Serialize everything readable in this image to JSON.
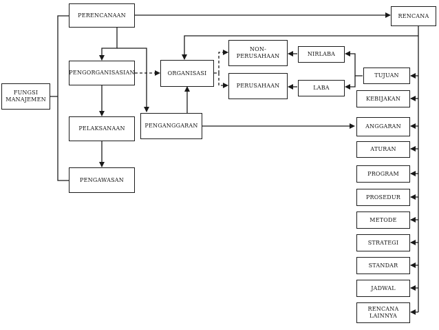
{
  "boxes": {
    "fungsi_manajemen": "FUNGSI\nMANAJEMEN",
    "perencanaan": "PERENCANAAN",
    "pengorganisasian": "PENGORGANISASIAN",
    "pelaksanaan": "PELAKSANAAN",
    "pengawasan": "PENGAWASAN",
    "organisasi": "ORGANISASI",
    "penganggaran": "PENGANGGARAN",
    "non_perusahaan": "NON-\nPERUSAHAAN",
    "perusahaan": "PERUSAHAAN",
    "nirlaba": "NIRLABA",
    "laba": "LABA",
    "rencana": "RENCANA",
    "tujuan": "TUJUAN",
    "kebijakan": "KEBIJAKAN",
    "anggaran": "ANGGARAN",
    "aturan": "ATURAN",
    "program": "PROGRAM",
    "prosedur": "PROSEDUR",
    "metode": "METODE",
    "strategi": "STRATEGI",
    "standar": "STANDAR",
    "jadwal": "JADWAL",
    "rencana_lainnya": "RENCANA\nLAINNYA"
  },
  "colors": {
    "line": "#1a1a1a",
    "box_fill": "#ffffff"
  }
}
